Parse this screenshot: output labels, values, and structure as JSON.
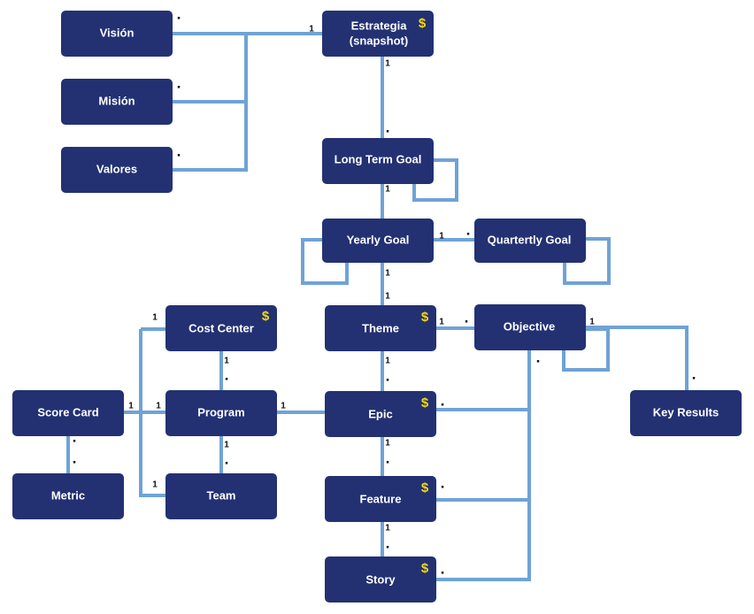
{
  "nodes": {
    "vision": {
      "label": "Visión"
    },
    "mission": {
      "label": "Misión"
    },
    "values": {
      "label": "Valores"
    },
    "strategy": {
      "label": "Estrategia",
      "label2": "(snapshot)",
      "dollar": "$"
    },
    "long_term_goal": {
      "label": "Long Term Goal"
    },
    "yearly_goal": {
      "label": "Yearly Goal"
    },
    "quarterly_goal": {
      "label": "Quartertly Goal"
    },
    "cost_center": {
      "label": "Cost Center",
      "dollar": "$"
    },
    "theme": {
      "label": "Theme",
      "dollar": "$"
    },
    "objective": {
      "label": "Objective"
    },
    "score_card": {
      "label": "Score Card"
    },
    "program": {
      "label": "Program"
    },
    "epic": {
      "label": "Epic",
      "dollar": "$"
    },
    "key_results": {
      "label": "Key Results"
    },
    "metric": {
      "label": "Metric"
    },
    "team": {
      "label": "Team"
    },
    "feature": {
      "label": "Feature",
      "dollar": "$"
    },
    "story": {
      "label": "Story",
      "dollar": "$"
    }
  },
  "cardinality": {
    "one": "1",
    "many": "▪"
  },
  "colors": {
    "node_fill": "#233173",
    "edge": "#6fa3d6",
    "dollar": "#f5d90a"
  }
}
